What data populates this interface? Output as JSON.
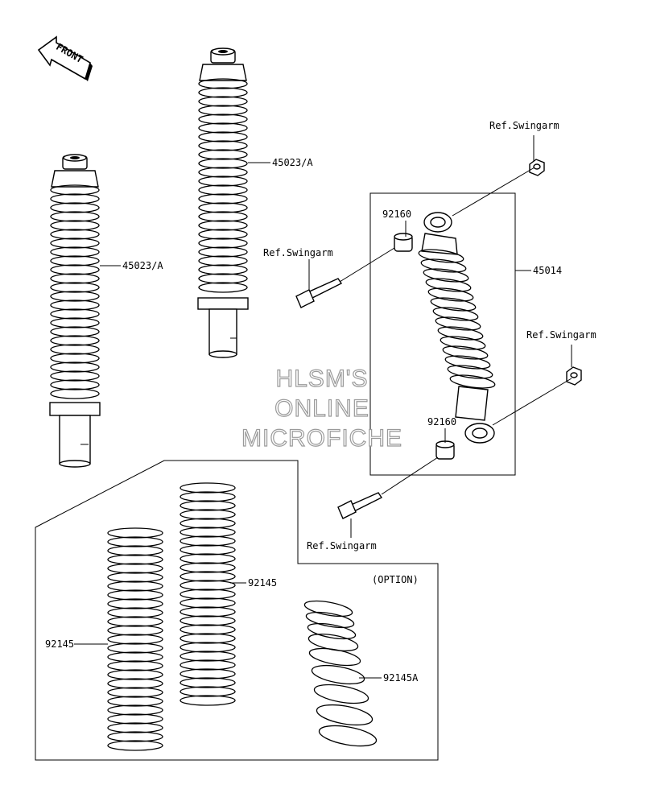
{
  "front_arrow": {
    "label": "FRONT"
  },
  "parts": {
    "shock_a_top": {
      "number": "45023/A"
    },
    "shock_a_left": {
      "number": "45023/A"
    },
    "shock_main": {
      "number": "45014"
    },
    "collar_upper": {
      "number": "92160"
    },
    "collar_lower": {
      "number": "92160"
    },
    "spring_center": {
      "number": "92145"
    },
    "spring_left": {
      "number": "92145"
    },
    "spring_option": {
      "number": "92145A"
    }
  },
  "refs": {
    "upper_right": "Ref.Swingarm",
    "upper_left": "Ref.Swingarm",
    "lower_right": "Ref.Swingarm",
    "lower_bottom": "Ref.Swingarm"
  },
  "option_label": "(OPTION)",
  "watermark": {
    "line1": "HLSM'S",
    "line2": "ONLINE",
    "line3": "MICROFICHE"
  }
}
